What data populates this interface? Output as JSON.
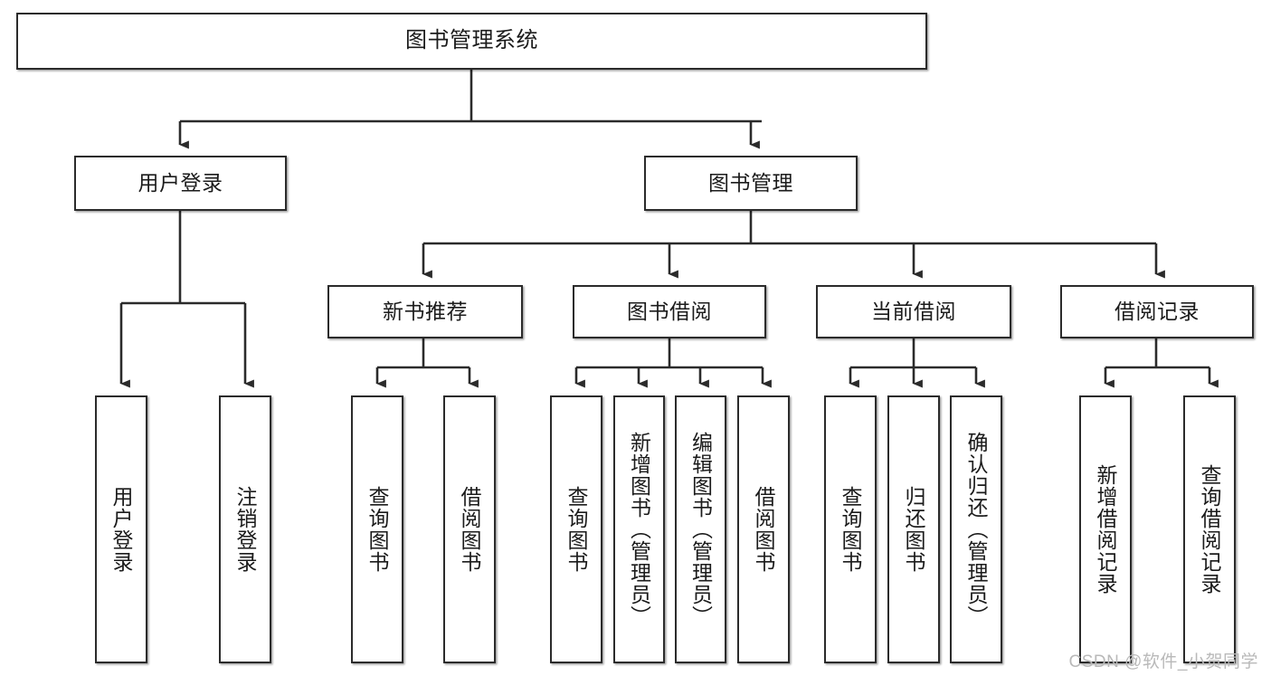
{
  "diagram": {
    "title": "图书管理系统",
    "type": "tree-hierarchy",
    "orientation": "top-down",
    "colors": {
      "box_border": "#2b2b2b",
      "box_fill": "#ffffff",
      "connector": "#2b2b2b",
      "text": "#1b1b1b",
      "watermark": "#b9b9b9",
      "background": "#ffffff"
    }
  },
  "root": {
    "label": "图书管理系统"
  },
  "level2": [
    {
      "id": "user-login",
      "label": "用户登录"
    },
    {
      "id": "book-management",
      "label": "图书管理"
    }
  ],
  "level3": [
    {
      "id": "new-book-recommend",
      "label": "新书推荐"
    },
    {
      "id": "book-borrow",
      "label": "图书借阅"
    },
    {
      "id": "current-borrow",
      "label": "当前借阅"
    },
    {
      "id": "borrow-record",
      "label": "借阅记录"
    }
  ],
  "leaves": {
    "user_login": [
      {
        "id": "leaf-user-login",
        "label": "用户登录"
      },
      {
        "id": "leaf-logout-login",
        "label": "注销登录"
      }
    ],
    "new_book_recommend": [
      {
        "id": "leaf-query-book-1",
        "label": "查询图书"
      },
      {
        "id": "leaf-borrow-book-1",
        "label": "借阅图书"
      }
    ],
    "book_borrow": [
      {
        "id": "leaf-query-book-2",
        "label": "查询图书"
      },
      {
        "id": "leaf-add-book",
        "label": "新增图书（管理员）"
      },
      {
        "id": "leaf-edit-book",
        "label": "编辑图书（管理员）"
      },
      {
        "id": "leaf-borrow-book-2",
        "label": "借阅图书"
      }
    ],
    "current_borrow": [
      {
        "id": "leaf-query-book-3",
        "label": "查询图书"
      },
      {
        "id": "leaf-return-book",
        "label": "归还图书"
      },
      {
        "id": "leaf-confirm-return",
        "label": "确认归还（管理员）"
      }
    ],
    "borrow_record": [
      {
        "id": "leaf-add-record",
        "label": "新增借阅记录"
      },
      {
        "id": "leaf-query-record",
        "label": "查询借阅记录"
      }
    ]
  },
  "watermark": {
    "text": "CSDN @软件_小贺同学"
  }
}
